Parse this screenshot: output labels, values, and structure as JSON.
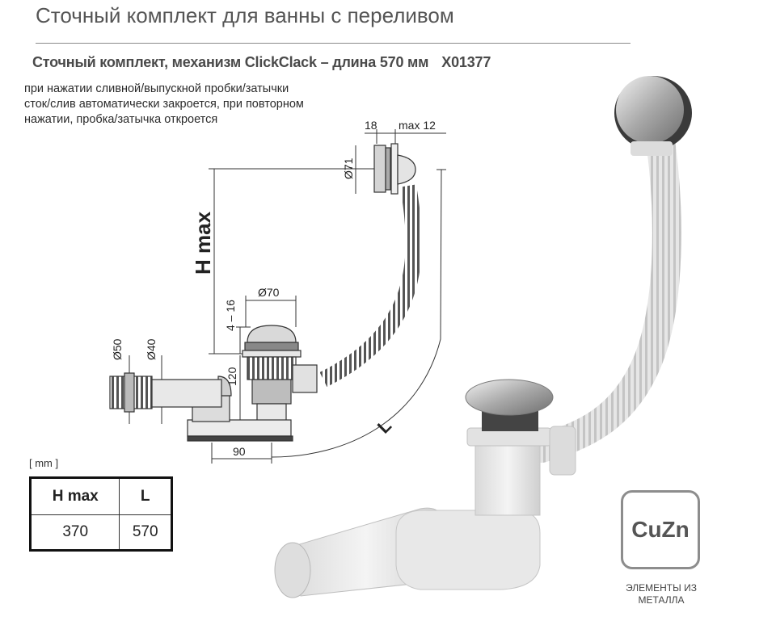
{
  "header": {
    "title": "Сточный комплект для ванны с переливом",
    "product_title": "Сточный комплект, механизм ClickClack – длина 570 мм",
    "product_code": "X01377"
  },
  "description": {
    "lines": [
      "при нажатии сливной/выпускной пробки/затычки",
      "сток/слив автоматически закроется, при повторном",
      "нажатии, пробка/затычка откроется"
    ]
  },
  "diagram": {
    "labels": {
      "d18": "18",
      "max12": "max 12",
      "d71": "Ø71",
      "hmax": "H max",
      "d70": "Ø70",
      "r4_16": "4 – 16",
      "d50": "Ø50",
      "d40": "Ø40",
      "h120": "120",
      "w90": "90",
      "len": "L"
    }
  },
  "table": {
    "units": "[ mm ]",
    "headers": [
      "H max",
      "L"
    ],
    "row": [
      "370",
      "570"
    ]
  },
  "badge": {
    "material": "CuZn",
    "caption_lines": [
      "ЭЛЕМЕНТЫ ИЗ",
      "МЕТАЛЛА"
    ]
  }
}
